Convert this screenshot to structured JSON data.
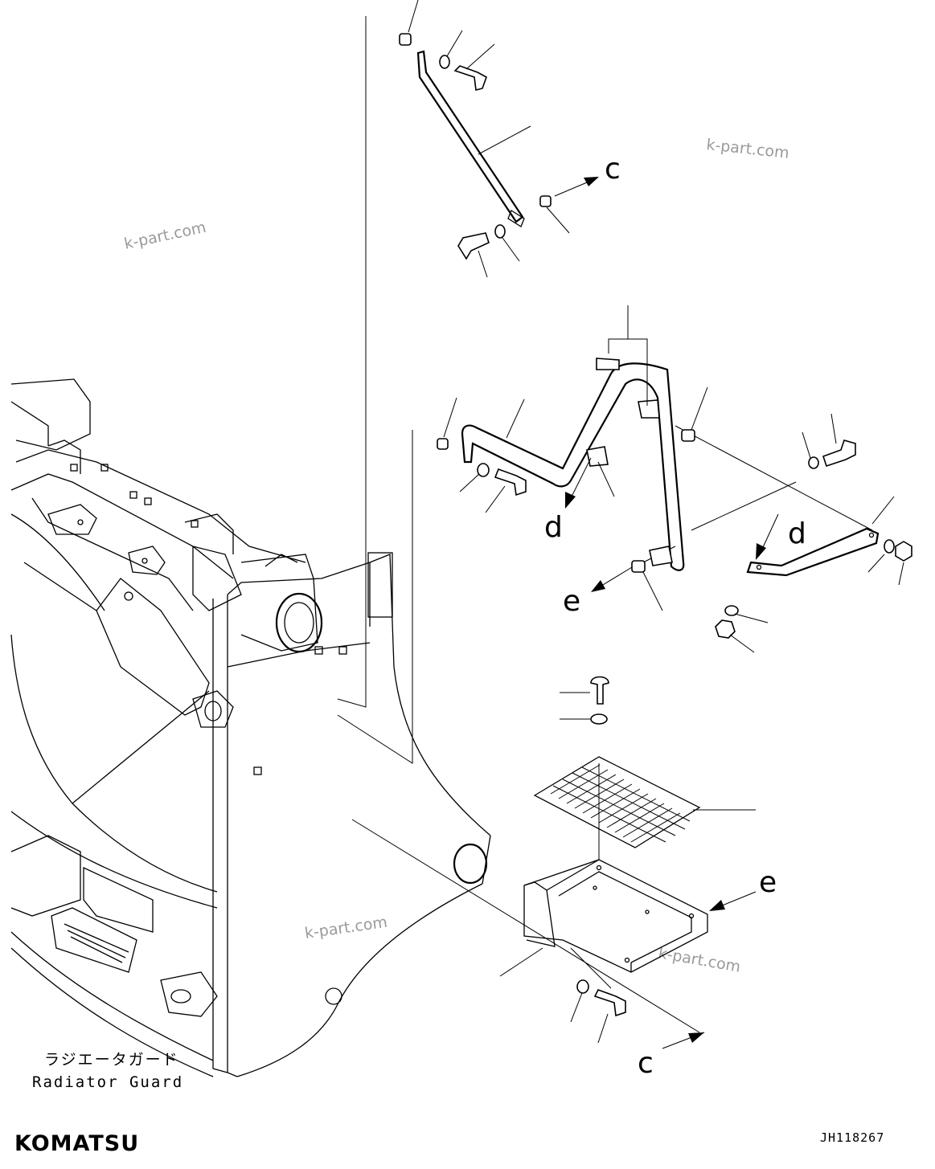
{
  "caption": {
    "jp": "ラジエータガード",
    "en": "Radiator Guard"
  },
  "drawing_code": "JH118267",
  "brand": "KOMATSU",
  "watermark": "k-part.com",
  "ref_letters": {
    "c": "c",
    "d": "d",
    "e": "e"
  }
}
